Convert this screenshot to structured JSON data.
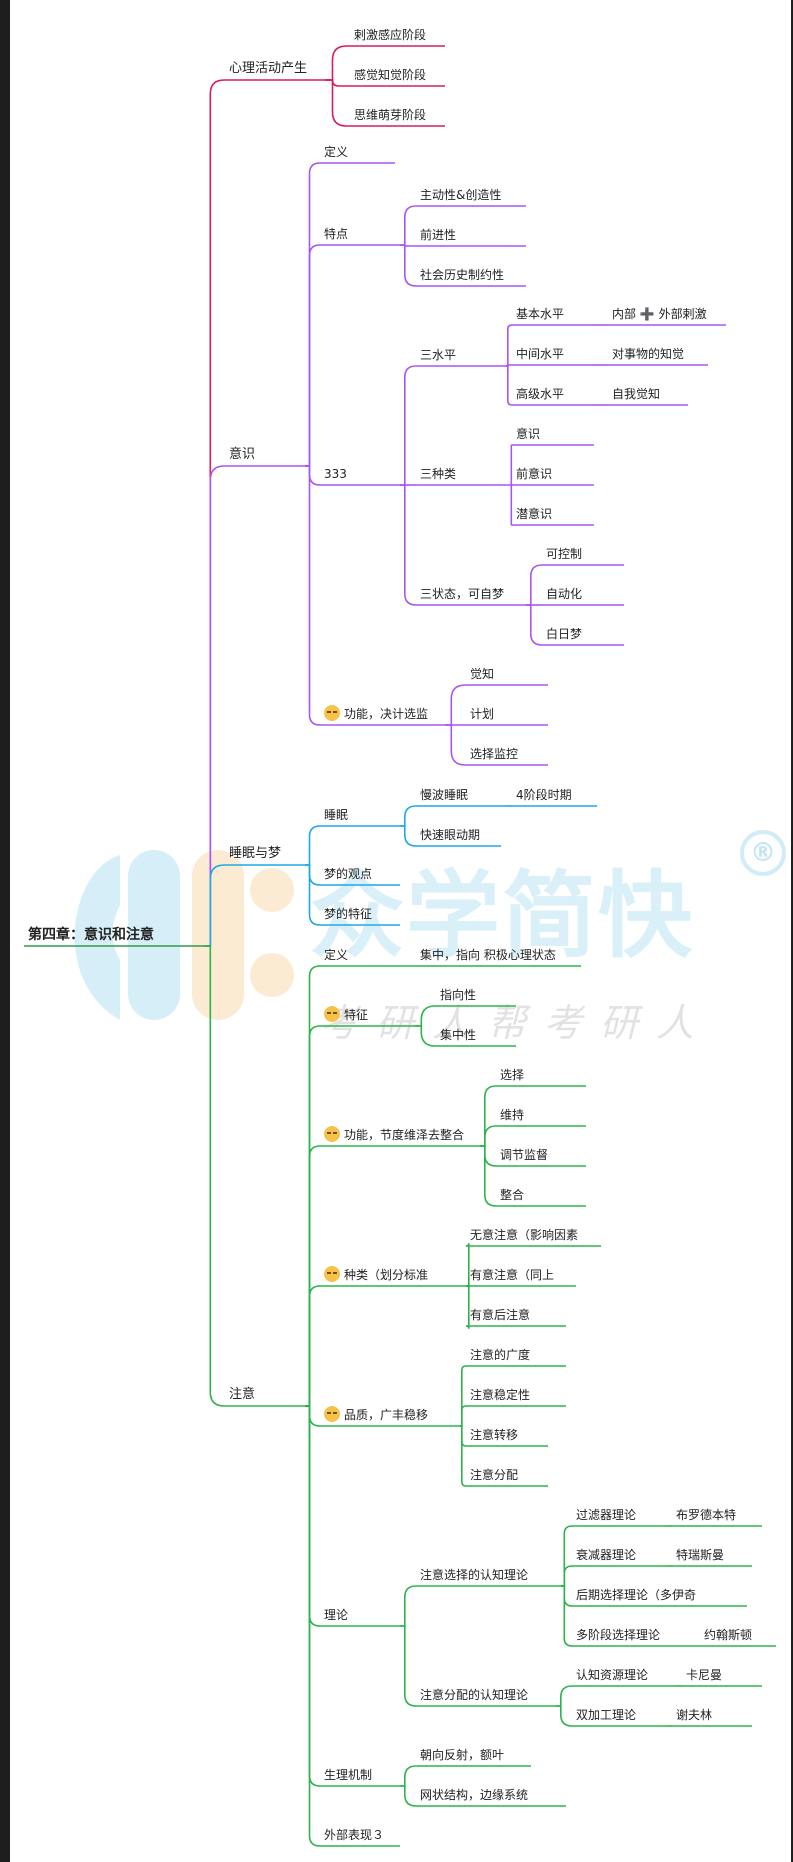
{
  "watermark": {
    "brand": "众学简快",
    "slogan": "考研人帮考研人",
    "reg": "®"
  },
  "colors": {
    "root": "#2f9b48",
    "branches": [
      "#d81b60",
      "#a855f7",
      "#1ea7e6",
      "#2db34a"
    ]
  },
  "mindmap": {
    "text": "第四章：意识和注意",
    "children": [
      {
        "text": "心理活动产生",
        "children": [
          {
            "text": "剌激感应阶段"
          },
          {
            "text": "感觉知觉阶段"
          },
          {
            "text": "思维萌芽阶段"
          }
        ]
      },
      {
        "text": "意识",
        "children": [
          {
            "text": "定义"
          },
          {
            "text": "特点",
            "children": [
              {
                "text": "主动性&创造性"
              },
              {
                "text": "前进性"
              },
              {
                "text": "社会历史制约性"
              }
            ]
          },
          {
            "text": "333",
            "children": [
              {
                "text": "三水平",
                "children": [
                  {
                    "text": "基本水平",
                    "children": [
                      {
                        "text": "内部 ➕ 外部剌激"
                      }
                    ]
                  },
                  {
                    "text": "中间水平",
                    "children": [
                      {
                        "text": "对事物的知觉"
                      }
                    ]
                  },
                  {
                    "text": "高级水平",
                    "children": [
                      {
                        "text": "自我觉知"
                      }
                    ]
                  }
                ]
              },
              {
                "text": "三种类",
                "children": [
                  {
                    "text": "意识"
                  },
                  {
                    "text": "前意识"
                  },
                  {
                    "text": "潜意识"
                  }
                ]
              },
              {
                "text": "三状态，可自梦",
                "children": [
                  {
                    "text": "可控制"
                  },
                  {
                    "text": "自动化"
                  },
                  {
                    "text": "白日梦"
                  }
                ]
              }
            ]
          },
          {
            "text": "功能，决计选监",
            "emoji": true,
            "children": [
              {
                "text": "觉知"
              },
              {
                "text": "计划"
              },
              {
                "text": "选择监控"
              }
            ]
          }
        ]
      },
      {
        "text": "睡眠与梦",
        "children": [
          {
            "text": "睡眠",
            "children": [
              {
                "text": "慢波睡眠",
                "children": [
                  {
                    "text": "4阶段时期"
                  }
                ]
              },
              {
                "text": "快速眼动期"
              }
            ]
          },
          {
            "text": "梦的观点"
          },
          {
            "text": "梦的特征"
          }
        ]
      },
      {
        "text": "注意",
        "children": [
          {
            "text": "定义",
            "children": [
              {
                "text": "集中，指向 积极心理状态"
              }
            ]
          },
          {
            "text": "特征",
            "emoji": true,
            "children": [
              {
                "text": "指向性"
              },
              {
                "text": "集中性"
              }
            ]
          },
          {
            "text": "功能，节度维泽去整合",
            "emoji": true,
            "children": [
              {
                "text": "选择"
              },
              {
                "text": "维持"
              },
              {
                "text": "调节监督"
              },
              {
                "text": "整合"
              }
            ]
          },
          {
            "text": "种类（划分标准",
            "emoji": true,
            "children": [
              {
                "text": "无意注意（影响因素"
              },
              {
                "text": "有意注意（同上"
              },
              {
                "text": "有意后注意"
              }
            ]
          },
          {
            "text": "品质，广丰稳移",
            "emoji": true,
            "children": [
              {
                "text": "注意的广度"
              },
              {
                "text": "注意稳定性"
              },
              {
                "text": "注意转移"
              },
              {
                "text": "注意分配"
              }
            ]
          },
          {
            "text": "理论",
            "children": [
              {
                "text": "注意选择的认知理论",
                "children": [
                  {
                    "text": "过滤器理论",
                    "children": [
                      {
                        "text": "布罗德本特"
                      }
                    ]
                  },
                  {
                    "text": "衰减器理论",
                    "children": [
                      {
                        "text": "特瑞斯曼"
                      }
                    ]
                  },
                  {
                    "text": "后期选择理论（多伊奇"
                  },
                  {
                    "text": "多阶段选择理论",
                    "children": [
                      {
                        "text": "约翰斯顿"
                      }
                    ]
                  }
                ]
              },
              {
                "text": "注意分配的认知理论",
                "children": [
                  {
                    "text": "认知资源理论",
                    "children": [
                      {
                        "text": "卡尼曼"
                      }
                    ]
                  },
                  {
                    "text": "双加工理论",
                    "children": [
                      {
                        "text": "谢夫林"
                      }
                    ]
                  }
                ]
              }
            ]
          },
          {
            "text": "生理机制",
            "children": [
              {
                "text": "朝向反射，额叶"
              },
              {
                "text": "网状结构，边缘系统"
              }
            ]
          },
          {
            "text": "外部表现３"
          }
        ]
      }
    ]
  }
}
